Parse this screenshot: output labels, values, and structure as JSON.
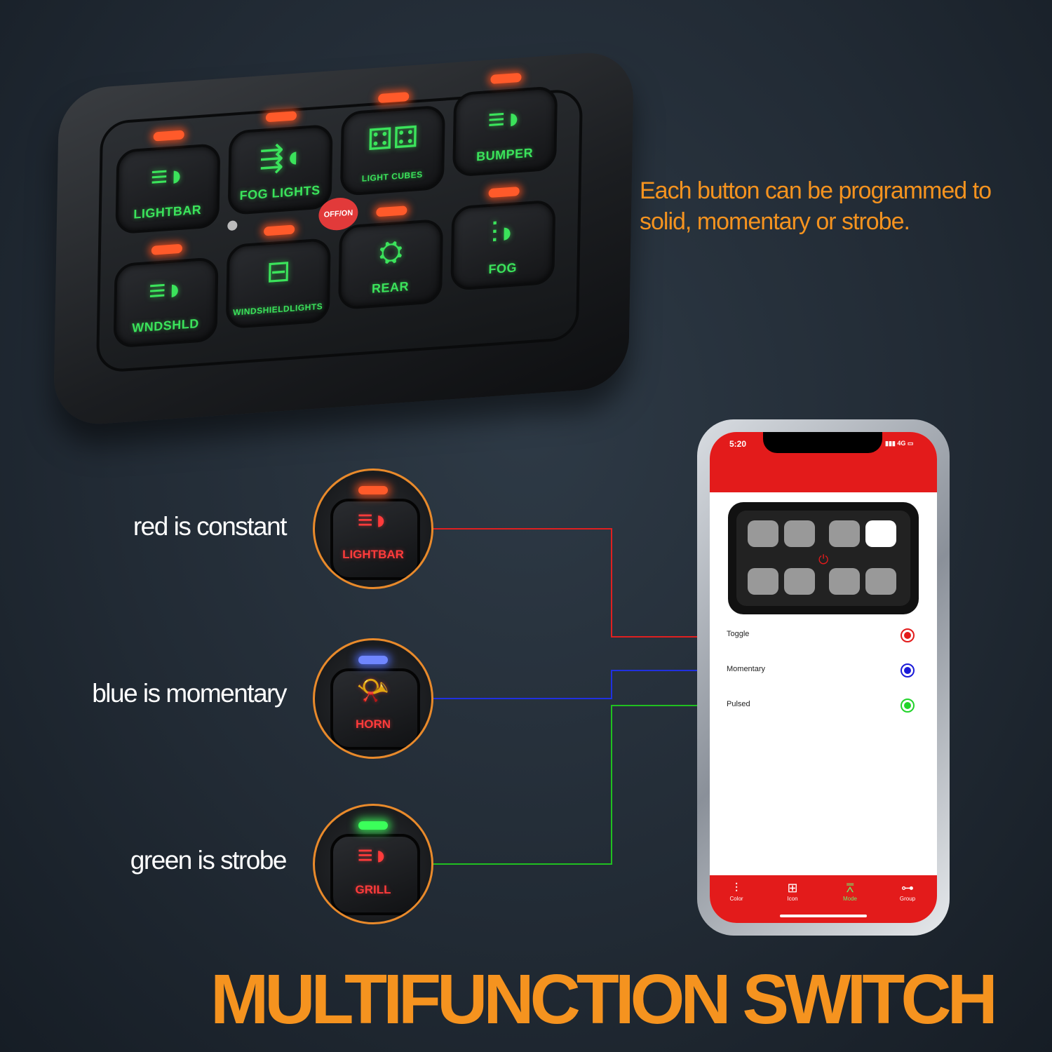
{
  "tagline": "Each button can be programmed to solid, momentary or strobe.",
  "panel": {
    "switch_label": "OFF/ON",
    "buttons": [
      {
        "label": "LIGHTBAR",
        "icon": "lightbar-icon"
      },
      {
        "label": "FOG LIGHTS",
        "icon": "fog-lights-icon"
      },
      {
        "label": "LIGHT CUBES",
        "icon": "light-cubes-icon"
      },
      {
        "label": "BUMPER",
        "icon": "bumper-icon"
      },
      {
        "label": "WNDSHLD",
        "icon": "windshield-icon"
      },
      {
        "label": "WINDSHIELDLIGHTS",
        "icon": "windshield-lights-icon"
      },
      {
        "label": "REAR",
        "icon": "rear-icon"
      },
      {
        "label": "FOG",
        "icon": "fog-icon"
      }
    ],
    "led_color": "#ff5a2a",
    "label_color": "#3be35b"
  },
  "modes": [
    {
      "caption": "red is constant",
      "button_label": "LIGHTBAR",
      "led_color": "#ff5a2a",
      "line_color": "#e02020"
    },
    {
      "caption": "blue is momentary",
      "button_label": "HORN",
      "led_color": "#4a6bff",
      "line_color": "#2030e0"
    },
    {
      "caption": "green is strobe",
      "button_label": "GRILL",
      "led_color": "#3bff5a",
      "line_color": "#20c020"
    }
  ],
  "phone": {
    "time": "5:20",
    "status": "4G",
    "options": [
      {
        "label": "Toggle",
        "color": "#e31b1b"
      },
      {
        "label": "Momentary",
        "color": "#1a1ad8"
      },
      {
        "label": "Pulsed",
        "color": "#22d42a"
      }
    ],
    "tabs": [
      {
        "label": "Color",
        "icon": "sliders-icon"
      },
      {
        "label": "Icon",
        "icon": "grid-icon"
      },
      {
        "label": "Mode",
        "icon": "beacon-icon"
      },
      {
        "label": "Group",
        "icon": "network-icon"
      }
    ],
    "active_tab": "Mode"
  },
  "title": "MULTIFUNCTION SWITCH",
  "accent_color": "#f5931f"
}
